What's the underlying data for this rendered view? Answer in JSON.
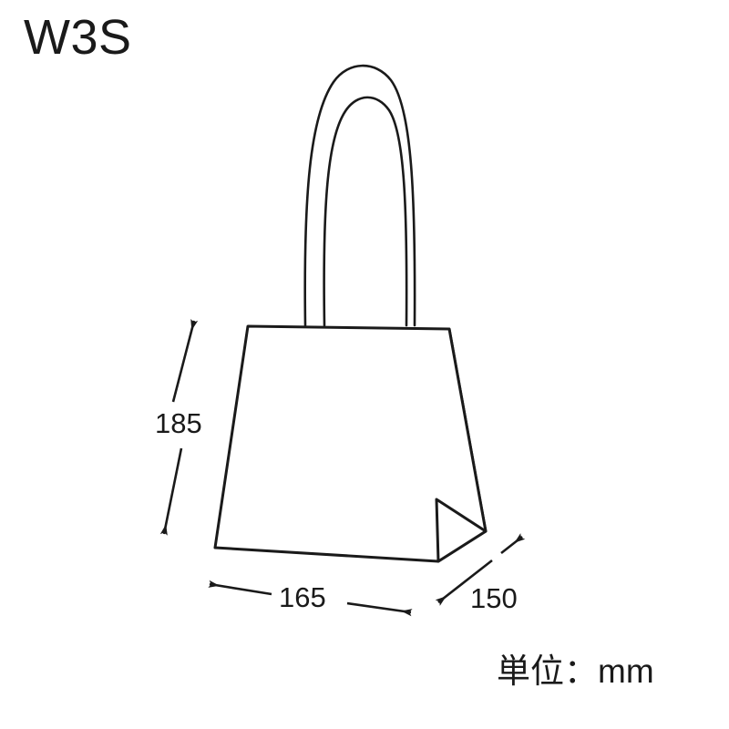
{
  "page": {
    "background_color": "#ffffff",
    "line_color": "#1a1a1a",
    "product_code": "W3S",
    "unit_note": "単位：mm"
  },
  "illustration": {
    "name": "paper-bag-with-twisted-handle",
    "description": "Line drawing of a shopping bag in three-quarter view with a loop handle"
  },
  "dimensions": {
    "height": {
      "value": "185",
      "unit": "mm",
      "orientation": "vertical",
      "arrow": "double-headed"
    },
    "width": {
      "value": "165",
      "unit": "mm",
      "orientation": "horizontal",
      "arrow": "double-headed"
    },
    "depth": {
      "value": "150",
      "unit": "mm",
      "orientation": "diagonal",
      "arrow": "double-headed"
    }
  }
}
